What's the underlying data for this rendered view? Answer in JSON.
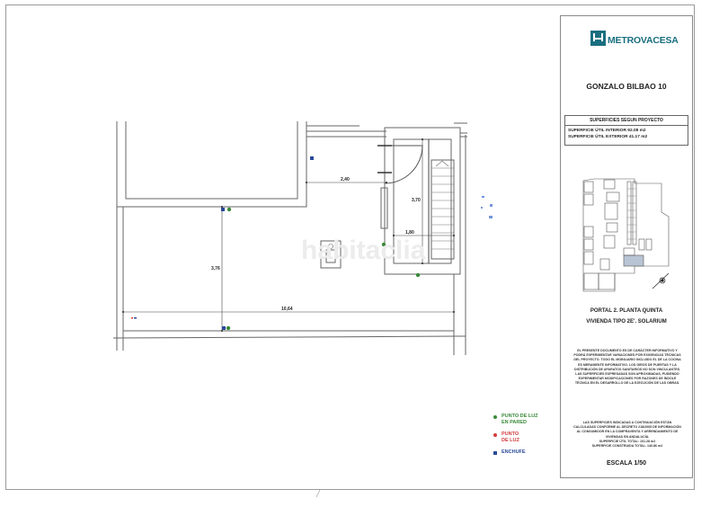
{
  "title_block": {
    "brand": "METROVACESA",
    "project_name": "GONZALO BILBAO 10",
    "surfaces": {
      "header": "SUPERFICIES SEGUN PROYECTO",
      "interior": "SUPERFICIE ÚTIL INTERIOR 92.08 m2",
      "exterior": "SUPERFICIE ÚTIL EXTERIOR 41.17 m2"
    },
    "portal": "PORTAL 2. PLANTA QUINTA",
    "vivienda": "VIVIENDA TIPO 2E'. SOLARIUM",
    "disclaimer": "EL PRESENTE DOCUMENTO ES DE CARÁCTER INFORMATIVO Y PODRÁ EXPERIMENTAR VARIACIONES POR EXIGENCIAS TÉCNICAS DEL PROYECTO. TODO EL MOBILIARIO INCLUIDO EL DE LA COCINA ES MERAMENTE INFORMATIVO. LOS GIROS DE PUERTAS Y LA DISTRIBUCIÓN DE APARATOS SANITARIOS NO SON VINCULANTES. LAS SUPERFICIES EXPRESADAS SON APROXIMADAS, PUDIENDO EXPERIMENTAR MODIFICACIONES POR RAZONES DE ÍNDOLE TÉCNICA EN EL DESARROLLO DE LA EJECUCIÓN DE LAS OBRAS.",
    "disclaimer2": "LAS SUPERFICIES INDICADAS A CONTINUACIÓN ESTÁN CALCULADAS CONFORME AL DECRETO 218/2005 DE INFORMACIÓN AL CONSUMIDOR EN LA COMPRAVENTA Y ARRENDAMIENTO DE VIVIENDAS EN ANDALUCÍA.",
    "total_util": "SUPERFICIE ÚTIL TOTAL: 101.28 m2",
    "total_construida": "SUPERFICIE CONSTRUIDA TOTAL: 140.86 m2",
    "scale": "ESCALA 1/50"
  },
  "dimensions": {
    "d1": "2,40",
    "d2": "3,70",
    "d3": "1,80",
    "d4": "3,76",
    "d5": "10,64"
  },
  "legend": {
    "items": [
      {
        "label_1": "PUNTO DE LUZ",
        "label_2": "EN PARED",
        "color": "#3a8a3a",
        "shape": "dot"
      },
      {
        "label_1": "PUNTO",
        "label_2": "DE LUZ",
        "color": "#d23c3c",
        "shape": "dot"
      },
      {
        "label_1": "ENCHUFE",
        "label_2": "",
        "color": "#2a4a9a",
        "shape": "square"
      }
    ]
  },
  "watermark": "habitaclia",
  "colors": {
    "brand": "#1a6f80",
    "light_green": "#3a8a3a",
    "light_red": "#d23c3c",
    "socket_blue": "#2a4a9a",
    "highlight_unit": "#b8c4d4"
  }
}
